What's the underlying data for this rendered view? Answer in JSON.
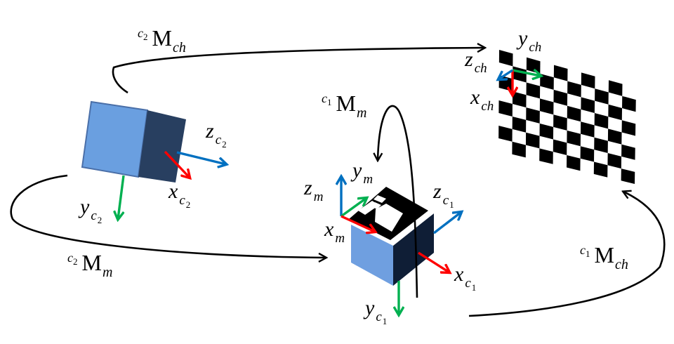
{
  "diagram": {
    "title": "",
    "colors": {
      "x_axis": "#ff0000",
      "y_axis": "#00b050",
      "z_axis": "#0070c0",
      "camera_front": "#6a9fe0",
      "camera_side": "#283f60",
      "cube_front": "#6f9fe0",
      "cube_side": "#0f1e36",
      "marker": "#000000",
      "curve": "#000000"
    },
    "frames": [
      {
        "id": "c2",
        "object": "camera 2",
        "axes": {
          "x": {
            "main": "x",
            "sub": "c",
            "subsub": "2"
          },
          "y": {
            "main": "y",
            "sub": "c",
            "subsub": "2"
          },
          "z": {
            "main": "z",
            "sub": "c",
            "subsub": "2"
          }
        }
      },
      {
        "id": "c1",
        "object": "camera 1",
        "axes": {
          "x": {
            "main": "x",
            "sub": "c",
            "subsub": "1"
          },
          "y": {
            "main": "y",
            "sub": "c",
            "subsub": "1"
          },
          "z": {
            "main": "z",
            "sub": "c",
            "subsub": "1"
          }
        }
      },
      {
        "id": "m",
        "object": "marker",
        "axes": {
          "x": {
            "main": "x",
            "sub": "m"
          },
          "y": {
            "main": "y",
            "sub": "m"
          },
          "z": {
            "main": "z",
            "sub": "m"
          }
        }
      },
      {
        "id": "ch",
        "object": "checkerboard",
        "axes": {
          "x": {
            "main": "x",
            "sub": "ch"
          },
          "y": {
            "main": "y",
            "sub": "ch"
          },
          "z": {
            "main": "z",
            "sub": "ch"
          }
        },
        "grid": {
          "columns": 10,
          "rows": 8
        }
      }
    ],
    "transforms": [
      {
        "id": "c2_M_ch",
        "pre": "c",
        "presub": "2",
        "main": "M",
        "sub": "ch",
        "from": "c2",
        "to": "ch"
      },
      {
        "id": "c1_M_m",
        "pre": "c",
        "presub": "1",
        "main": "M",
        "sub": "m",
        "from": "c1",
        "to": "m"
      },
      {
        "id": "c2_M_m",
        "pre": "c",
        "presub": "2",
        "main": "M",
        "sub": "m",
        "from": "c2",
        "to": "m"
      },
      {
        "id": "c1_M_ch",
        "pre": "c",
        "presub": "1",
        "main": "M",
        "sub": "ch",
        "from": "c1",
        "to": "ch"
      }
    ]
  }
}
